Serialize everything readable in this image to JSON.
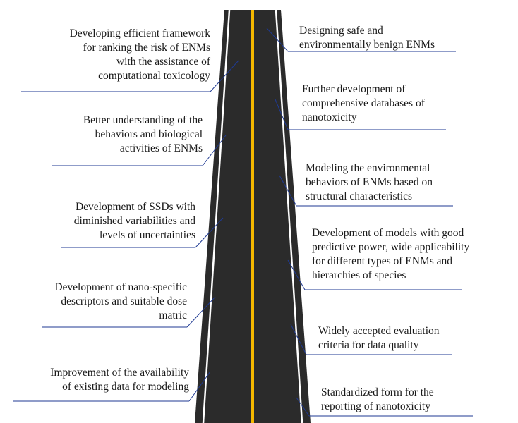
{
  "colors": {
    "road": "#2b2b2b",
    "edge_lines": "#ffffff",
    "center_line": "#f5b800",
    "leader_lines": "#1f3a93"
  },
  "left_items": [
    {
      "text": "Developing efficient framework\nfor ranking the risk of ENMs\nwith the assistance of\ncomputational toxicology"
    },
    {
      "text": "Better understanding of the\nbehaviors and biological\nactivities of ENMs"
    },
    {
      "text": "Development of SSDs with\ndiminished variabilities and\nlevels of uncertainties"
    },
    {
      "text": "Development of nano-specific\ndescriptors and suitable dose\nmatric"
    },
    {
      "text": "Improvement of the availability\nof existing data for modeling"
    }
  ],
  "right_items": [
    {
      "text": "Designing safe and\nenvironmentally benign ENMs"
    },
    {
      "text": "Further development of\ncomprehensive databases of\nnanotoxicity"
    },
    {
      "text": "Modeling the environmental\nbehaviors of ENMs based on\nstructural characteristics"
    },
    {
      "text": "Development of models with good\npredictive power, wide applicability\nfor different types of ENMs and\nhierarchies of species"
    },
    {
      "text": "Widely accepted evaluation\ncriteria for data quality"
    },
    {
      "text": "Standardized form for the\nreporting of nanotoxicity"
    }
  ]
}
